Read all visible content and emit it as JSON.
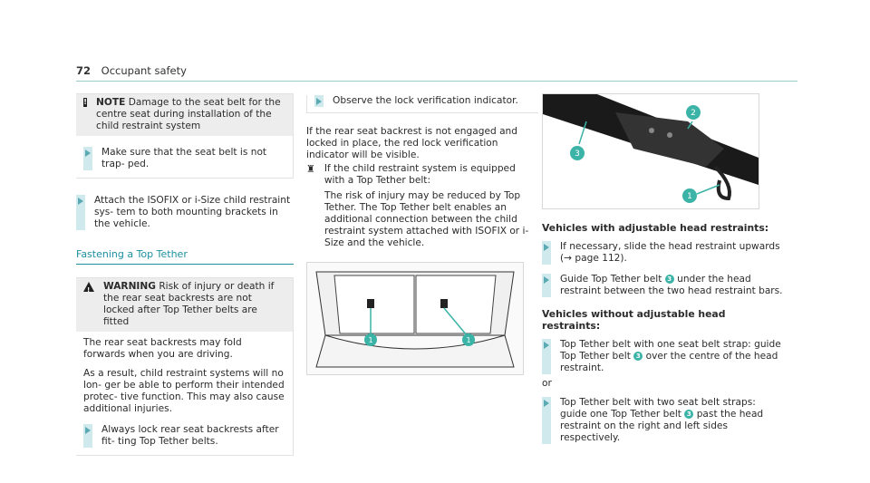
{
  "header": {
    "page_number": "72",
    "section": "Occupant safety"
  },
  "col1": {
    "note": {
      "icon": "!",
      "label": "NOTE",
      "text": "Damage to the seat belt for the centre seat during installation of the child restraint system",
      "step": "Make sure that the seat belt is not trap- ped."
    },
    "step_attach": "Attach the ISOFIX or i-Size child restraint sys- tem to both mounting brackets in the vehicle.",
    "section_title": "Fastening a Top Tether",
    "warning": {
      "label": "WARNING",
      "text": "Risk of injury or death if the rear seat backrests are not locked after Top Tether belts are fitted",
      "body1": "The rear seat backrests may fold forwards when you are driving.",
      "body2": "As a result, child restraint systems will no lon- ger be able to perform their intended protec- tive function. This may also cause additional injuries.",
      "step": "Always lock rear seat backrests after fit- ting Top Tether belts."
    }
  },
  "col2": {
    "step_observe": "Observe the lock verification indicator.",
    "para": "If the rear seat backrest is not engaged and locked in place, the red lock verification indicator will be visible.",
    "info_line1": "If the child restraint system is equipped with a Top Tether belt:",
    "info_line2": "The risk of injury may be reduced by Top Tether. The Top Tether belt enables an additional connection between the child restraint system attached with ISOFIX or i-Size and the vehicle.",
    "image_markers": [
      "1",
      "1"
    ]
  },
  "col3": {
    "image_markers": [
      "2",
      "3",
      "1"
    ],
    "adj_title": "Vehicles with adjustable head restraints:",
    "adj_step1": "If necessary, slide the head restraint upwards (→ page 112).",
    "adj_step2_a": "Guide Top Tether belt",
    "adj_step2_b": "under the head restraint between the two head restraint bars.",
    "noadj_title": "Vehicles without adjustable head restraints:",
    "noadj_step1_a": "Top Tether belt with one seat belt strap: guide Top Tether belt",
    "noadj_step1_b": "over the centre of the head restraint.",
    "or": "or",
    "noadj_step2_a": "Top Tether belt with two seat belt straps: guide one Top Tether belt",
    "noadj_step2_b": "past the head restraint on the right and left sides respectively.",
    "ref3": "3"
  },
  "colors": {
    "accent": "#1d8fa0",
    "marker": "#3bb3a6",
    "note_bg": "#ededed"
  }
}
